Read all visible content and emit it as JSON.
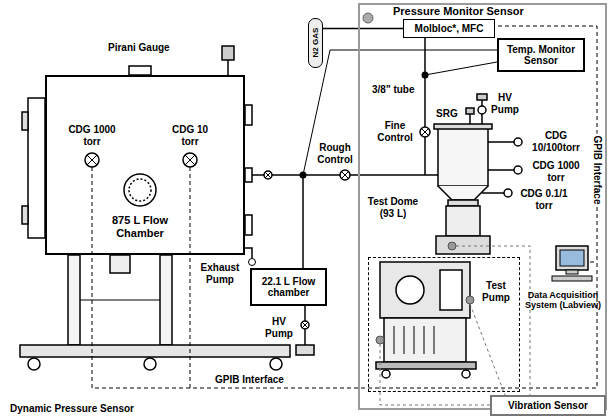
{
  "diagram": {
    "nodes": [
      {
        "text": [
          "Pressure Monitor Sensor"
        ]
      },
      {
        "text": [
          "Molbloc*, MFC"
        ],
        "in": 0
      },
      {
        "text": [
          "Temp. Monitor Sensor"
        ],
        "in": 0
      },
      {
        "text": [
          "Test Pump"
        ],
        "in": 0
      },
      {
        "text": [
          "Vibration Sensor"
        ],
        "in": 0
      },
      {
        "text": [
          "N2 GAS"
        ]
      },
      {
        "text": [
          "875 L Flow Chamber"
        ]
      },
      {
        "text": [
          "22.1 L Flow chamber"
        ]
      }
    ],
    "edges": [
      {
        "from": 5,
        "to": 1,
        "arrow": "none"
      }
    ],
    "labels": [
      "Pirani Gauge",
      "CDG 1000 torr",
      "CDG 10 torr",
      "Exhaust Pump",
      "HV Pump",
      "GPIB Interface",
      "Dynamic Pressure Sensor",
      "3/8\" tube",
      "Rough Control",
      "Fine Control",
      "SRG",
      "HV Pump",
      "CDG 10/100torr",
      "CDG 1000 torr",
      "CDG 0.1/1 torr",
      "Test Dome (93 L)",
      "GPIB Interface",
      "Data Acquisition System (Labview)"
    ]
  }
}
